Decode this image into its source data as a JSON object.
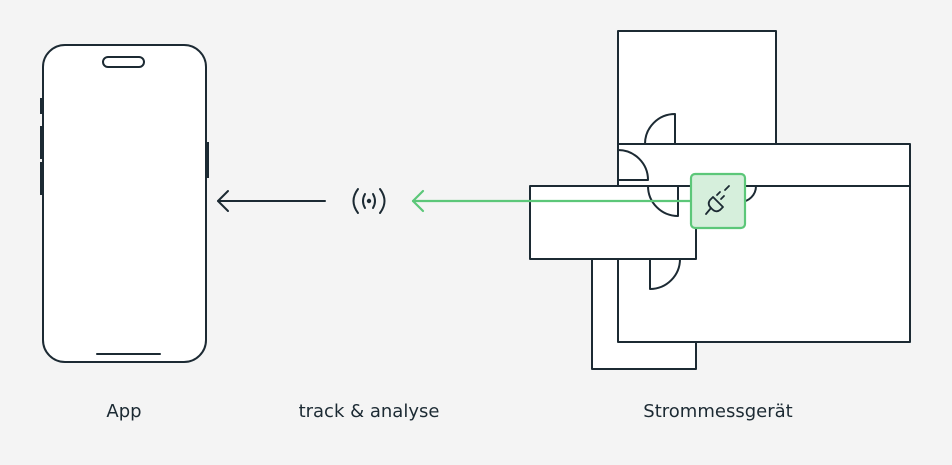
{
  "labels": {
    "app": "App",
    "track": "track & analyse",
    "device": "Strommessgerät"
  },
  "icons": {
    "phone": "smartphone-icon",
    "signal": "wireless-signal-icon",
    "plug": "power-plug-icon"
  },
  "colors": {
    "background": "#f4f4f4",
    "stroke": "#1c2a33",
    "accent": "#5cc779",
    "accent_fill": "#d6efdc"
  }
}
